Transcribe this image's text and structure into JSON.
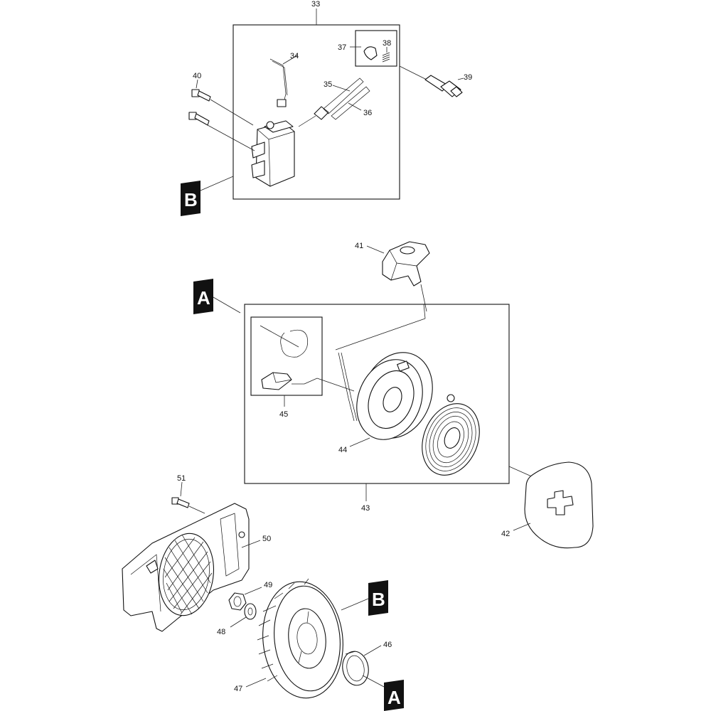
{
  "labels": {
    "p33": "33",
    "p34": "34",
    "p35": "35",
    "p36": "36",
    "p37": "37",
    "p38": "38",
    "p39": "39",
    "p40": "40",
    "p41": "41",
    "p42": "42",
    "p43": "43",
    "p44": "44",
    "p45": "45",
    "p46": "46",
    "p47": "47",
    "p48": "48",
    "p49": "49",
    "p50": "50",
    "p51": "51"
  },
  "tags": {
    "a": "A",
    "b": "B"
  }
}
